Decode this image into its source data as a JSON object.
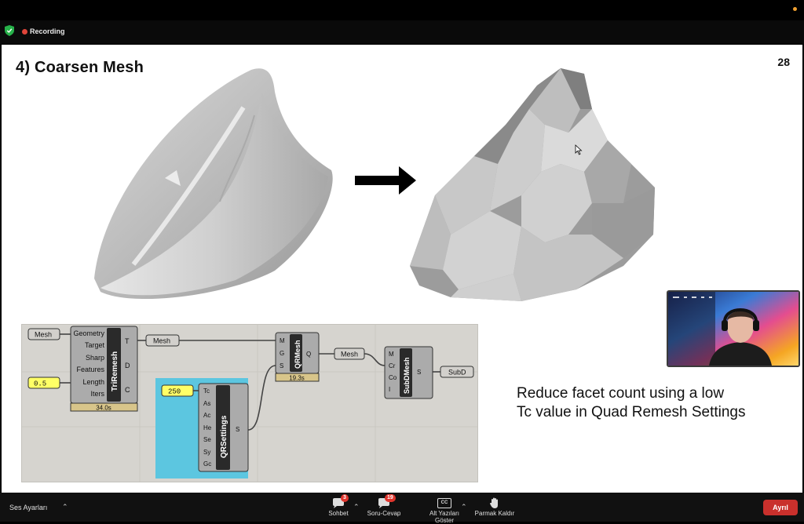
{
  "recording": {
    "label": "Recording"
  },
  "slide": {
    "title": "4) Coarsen Mesh",
    "page_number": "28",
    "caption_line1": "Reduce facet count using a low",
    "caption_line2": "Tc value in Quad Remesh Settings"
  },
  "gh": {
    "mesh_in": "Mesh",
    "slider_value": "0.5",
    "tri": {
      "title": "TriRemesh",
      "inputs": [
        "Geometry",
        "Target",
        "Sharp",
        "Features",
        "Length",
        "Iters"
      ],
      "outputs": [
        "T",
        "D",
        "C"
      ],
      "time": "34.0s"
    },
    "mesh_mid": "Mesh",
    "qr_value": "250",
    "qrs": {
      "title": "QRSettings",
      "inputs": [
        "Tc",
        "As",
        "Ac",
        "He",
        "Se",
        "Sy",
        "Gc"
      ],
      "output": "S"
    },
    "qrmesh": {
      "title": "QRMesh",
      "inputs": [
        "M",
        "G",
        "S"
      ],
      "output": "Q",
      "time": "19.3s"
    },
    "mesh_out": "Mesh",
    "subd": {
      "title": "SubDMesh",
      "inputs": [
        "M",
        "Cr",
        "Co",
        "I"
      ],
      "output": "S"
    },
    "subd_out": "SubD"
  },
  "toolbar": {
    "audio_label": "Ses Ayarları",
    "chat_label": "Sohbet",
    "chat_badge": "3",
    "qa_label": "Soru-Cevap",
    "qa_badge": "19",
    "cc_label": "Alt Yazıları Göster",
    "cc_icon_text": "CC",
    "hand_label": "Parmak Kaldır",
    "leave_label": "Ayrıl"
  },
  "icons": {
    "shield": "shield-check-icon",
    "chat": "chat-icon",
    "qa": "qa-icon",
    "cc": "cc-icon",
    "hand": "hand-icon",
    "caret": "chevron-up-icon"
  },
  "colors": {
    "leave": "#c9302c",
    "badge": "#e0342c",
    "gh_select": "#5cc6e0",
    "slider": "#ffff66",
    "shield": "#27b24a"
  }
}
